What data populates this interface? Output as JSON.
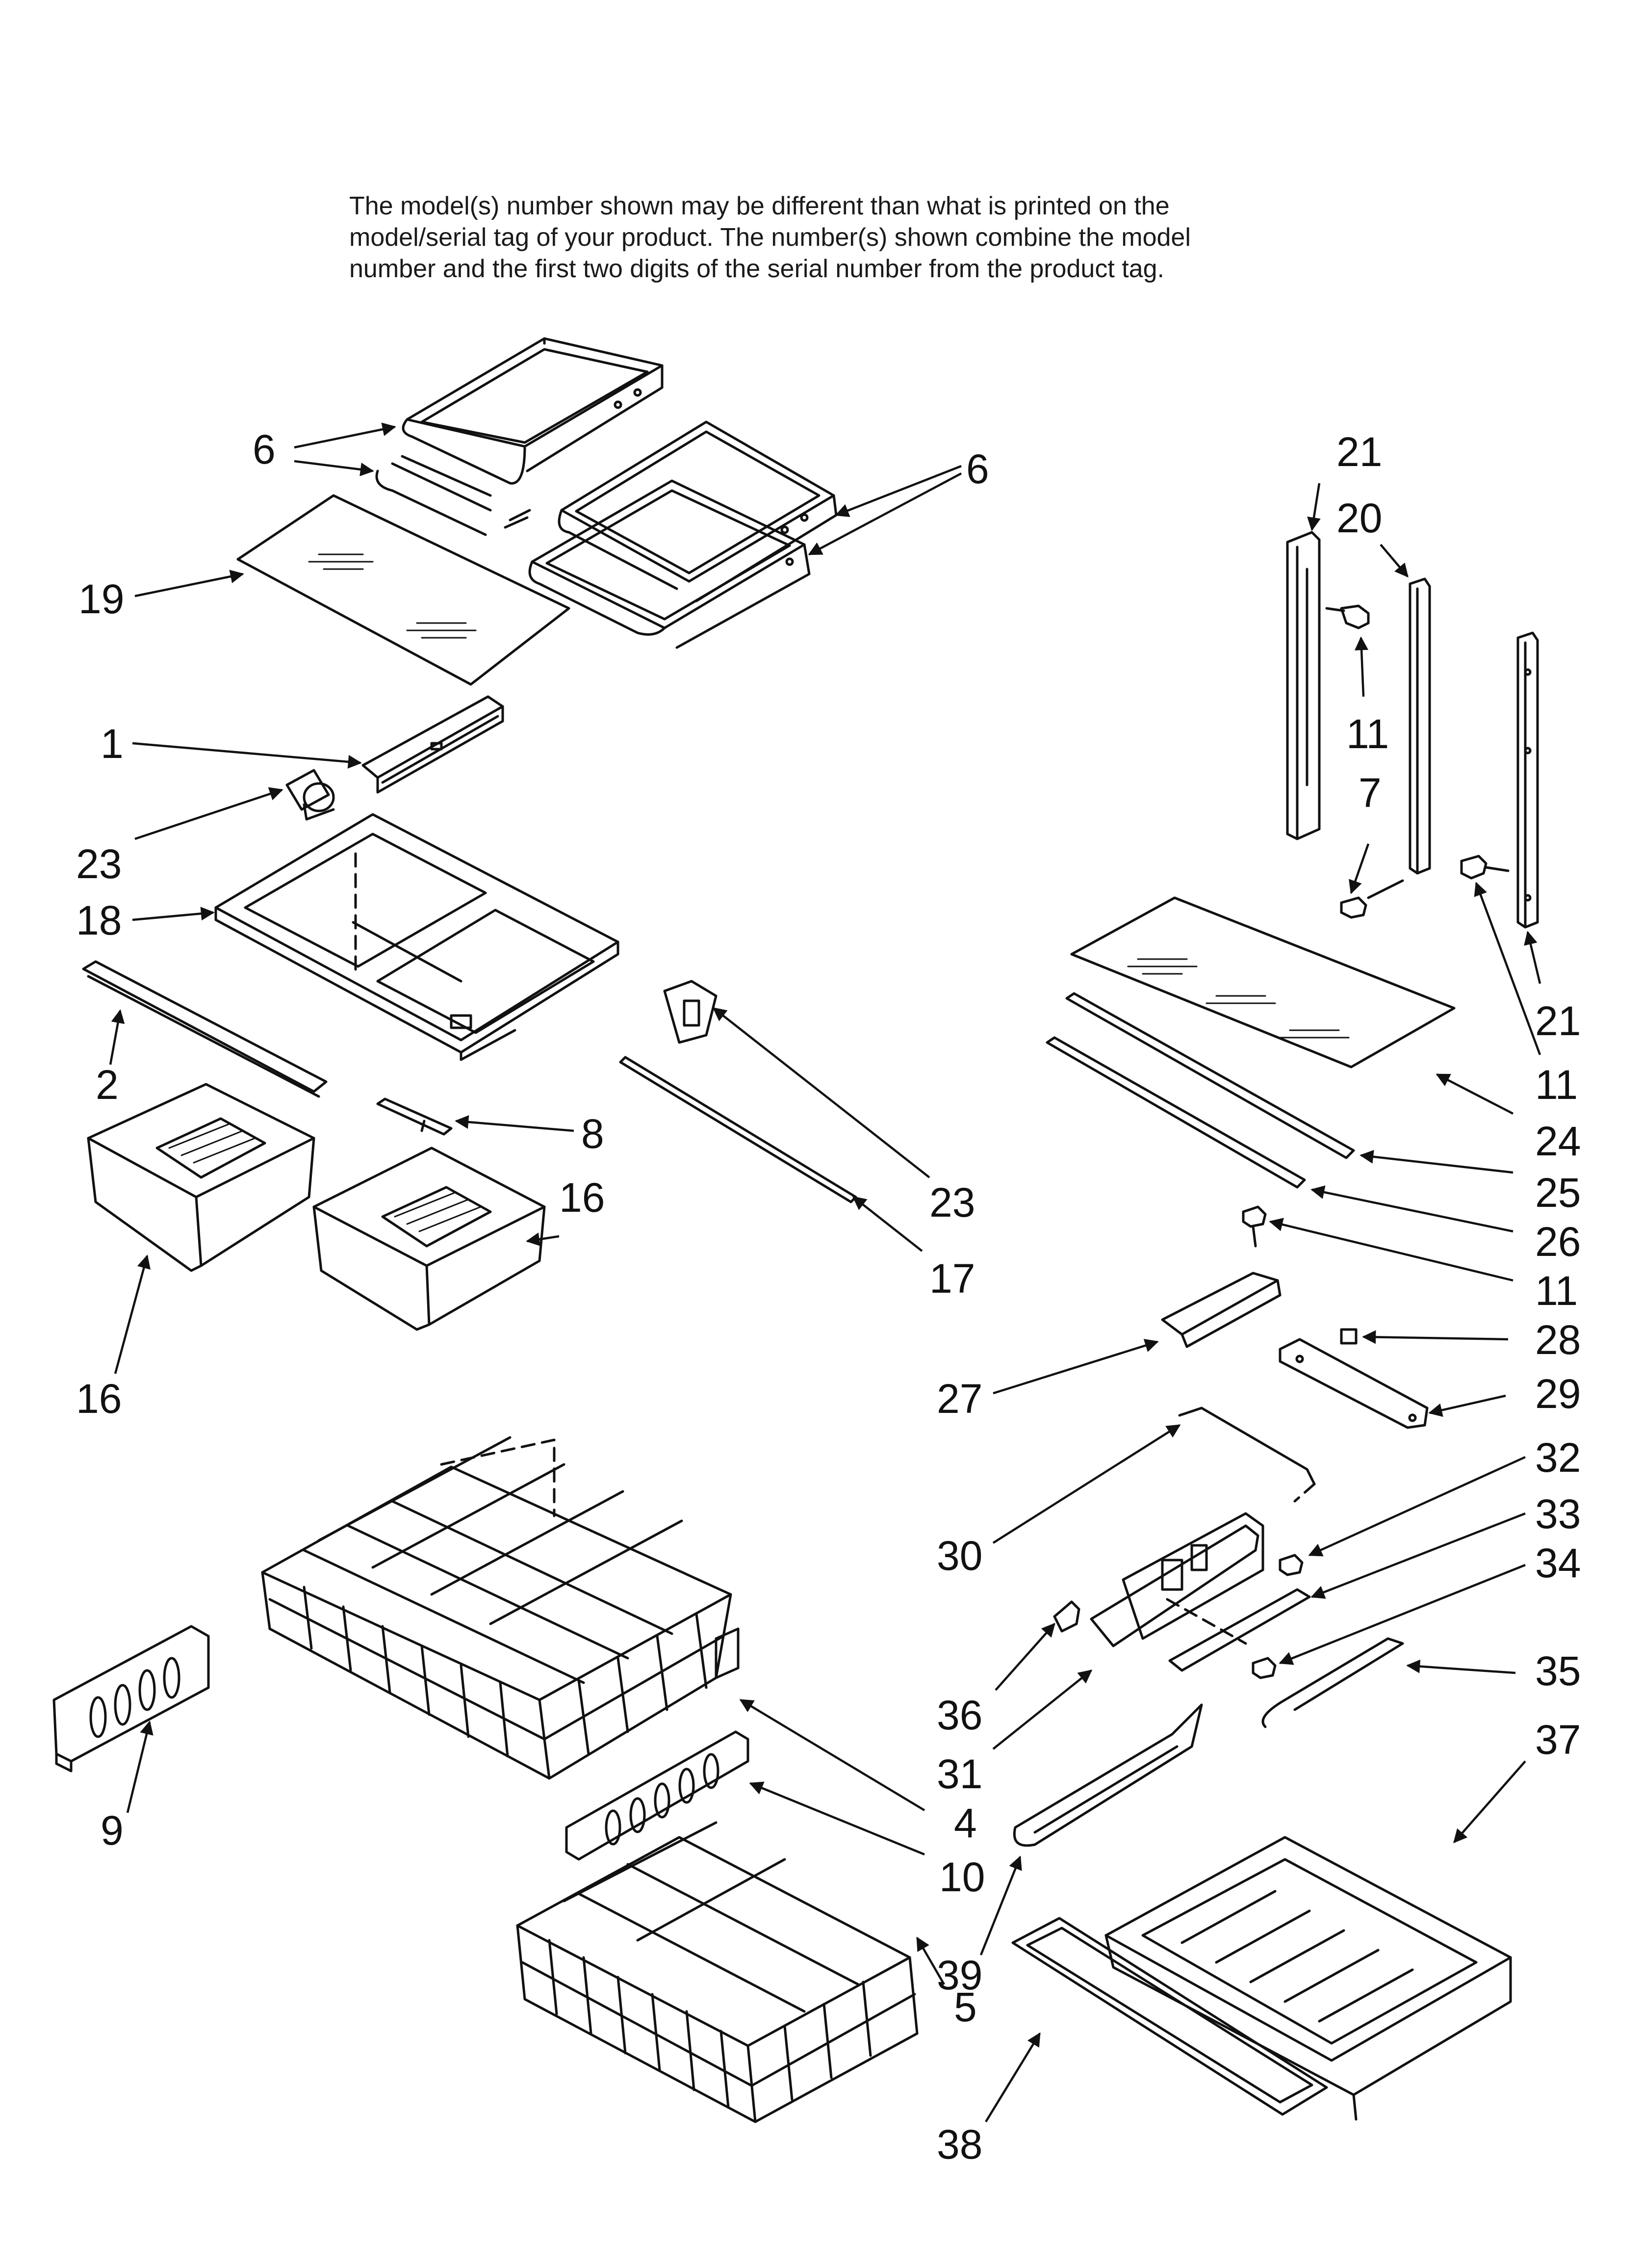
{
  "notice": {
    "line1": "The model(s) number shown may be different than what is printed on the",
    "line2": "model/serial tag of your product. The number(s) shown combine the model",
    "line3": "number and the first two digits of the serial number from the product tag."
  },
  "callouts": {
    "c1": "1",
    "c2": "2",
    "c4": "4",
    "c5": "5",
    "c6a": "6",
    "c6b": "6",
    "c7": "7",
    "c8": "8",
    "c9": "9",
    "c10": "10",
    "c11a": "11",
    "c11b": "11",
    "c11c": "11",
    "c16a": "16",
    "c16b": "16",
    "c17": "17",
    "c18": "18",
    "c19": "19",
    "c20": "20",
    "c21a": "21",
    "c21b": "21",
    "c23a": "23",
    "c23b": "23",
    "c24": "24",
    "c25": "25",
    "c26": "26",
    "c27": "27",
    "c28": "28",
    "c29": "29",
    "c30": "30",
    "c31": "31",
    "c32": "32",
    "c33": "33",
    "c34": "34",
    "c35": "35",
    "c36": "36",
    "c37": "37",
    "c38": "38",
    "c39": "39"
  },
  "colors": {
    "ink": "#111111",
    "background": "#ffffff"
  }
}
